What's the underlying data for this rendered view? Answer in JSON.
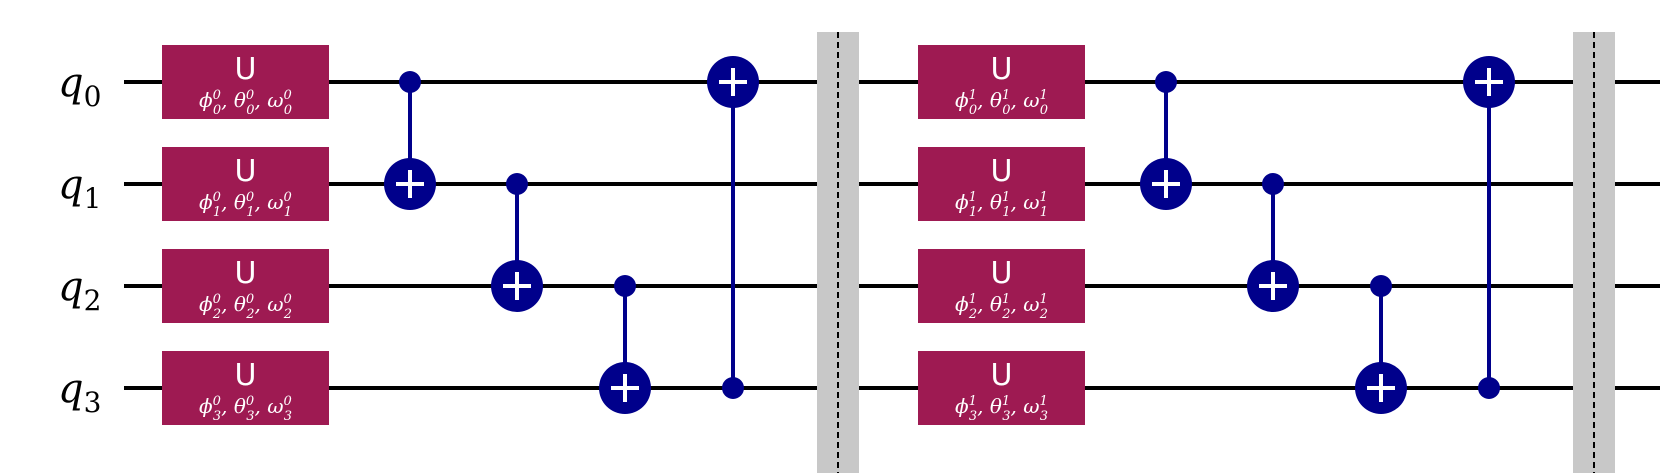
{
  "qubits": [
    {
      "name": "q",
      "index": "0"
    },
    {
      "name": "q",
      "index": "1"
    },
    {
      "name": "q",
      "index": "2"
    },
    {
      "name": "q",
      "index": "3"
    }
  ],
  "layers": [
    {
      "u_gates": [
        {
          "qubit": 0,
          "label": "U",
          "layer": "0"
        },
        {
          "qubit": 1,
          "label": "U",
          "layer": "0"
        },
        {
          "qubit": 2,
          "label": "U",
          "layer": "0"
        },
        {
          "qubit": 3,
          "label": "U",
          "layer": "0"
        }
      ],
      "cx_gates": [
        {
          "control": 0,
          "target": 1
        },
        {
          "control": 1,
          "target": 2
        },
        {
          "control": 2,
          "target": 3
        },
        {
          "control": 3,
          "target": 0
        }
      ],
      "barrier": true
    },
    {
      "u_gates": [
        {
          "qubit": 0,
          "label": "U",
          "layer": "1"
        },
        {
          "qubit": 1,
          "label": "U",
          "layer": "1"
        },
        {
          "qubit": 2,
          "label": "U",
          "layer": "1"
        },
        {
          "qubit": 3,
          "label": "U",
          "layer": "1"
        }
      ],
      "cx_gates": [
        {
          "control": 0,
          "target": 1
        },
        {
          "control": 1,
          "target": 2
        },
        {
          "control": 2,
          "target": 3
        },
        {
          "control": 3,
          "target": 0
        }
      ],
      "barrier": true
    }
  ],
  "param_symbols": [
    "ϕ",
    "θ",
    "ω"
  ],
  "colors": {
    "u_gate": "#9e1a52",
    "cx_gate": "#00008b",
    "barrier": "#c8c8c8",
    "wire": "#000000"
  }
}
